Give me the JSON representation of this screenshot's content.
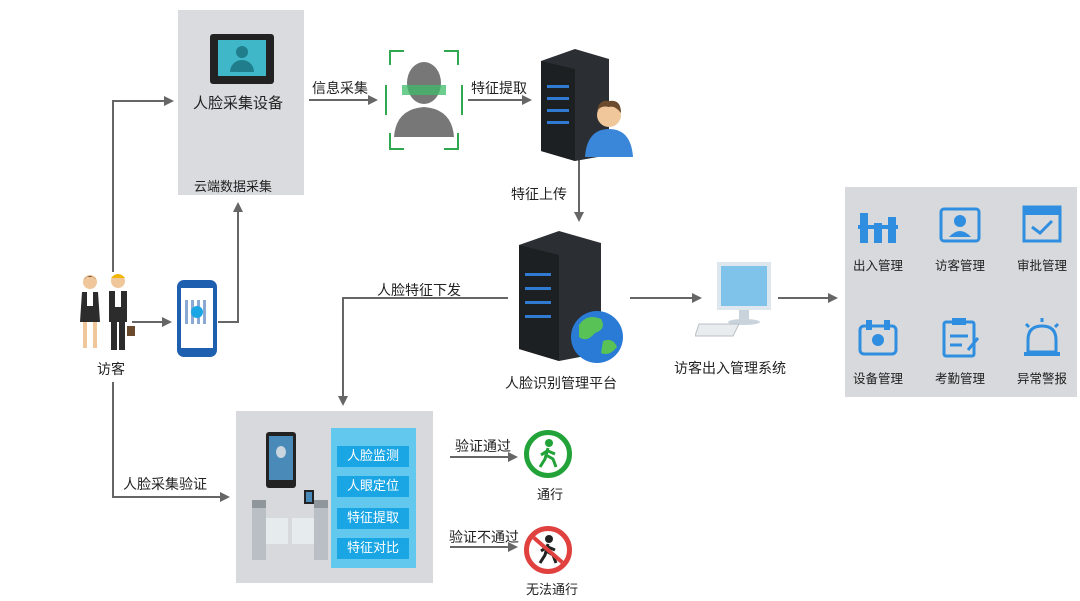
{
  "cloud_box": {
    "device_label": "人脸采集设备",
    "cloud_label": "云端数据采集"
  },
  "flow": {
    "info_collect": "信息采集",
    "feature_extract": "特征提取",
    "feature_upload": "特征上传",
    "face_feature_dispatch": "人脸特征下发",
    "face_collect_verify": "人脸采集验证",
    "verify_pass": "验证通过",
    "verify_fail": "验证不通过"
  },
  "visitor": {
    "label": "访客"
  },
  "platform": {
    "label": "人脸识别管理平台"
  },
  "system": {
    "label": "访客出入管理系统"
  },
  "modules": [
    {
      "label": "出入管理",
      "icon": "turnstile-icon"
    },
    {
      "label": "访客管理",
      "icon": "visitor-card-icon"
    },
    {
      "label": "审批管理",
      "icon": "approval-icon"
    },
    {
      "label": "设备管理",
      "icon": "device-icon"
    },
    {
      "label": "考勤管理",
      "icon": "attendance-icon"
    },
    {
      "label": "异常警报",
      "icon": "alarm-icon"
    }
  ],
  "gate_steps": [
    "人脸监测",
    "人眼定位",
    "特征提取",
    "特征对比"
  ],
  "results": {
    "pass": "通行",
    "fail": "无法通行"
  },
  "colors": {
    "step_blue": "#1aa6e4",
    "panel_blue": "#62c8ee",
    "pass_green": "#22a339",
    "fail_red": "#e0413f",
    "icon_blue": "#2f8ee0"
  }
}
